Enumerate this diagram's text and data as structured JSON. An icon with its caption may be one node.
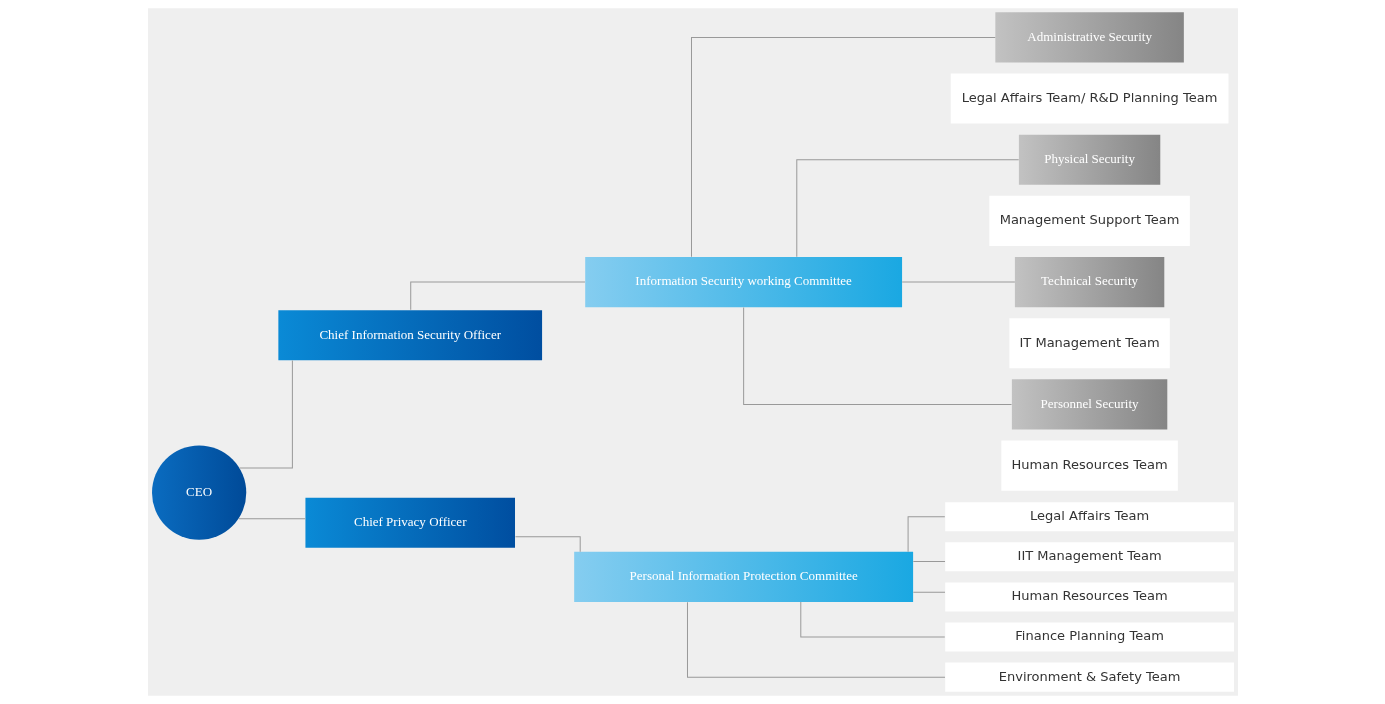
{
  "diagram": {
    "nodes": [
      {
        "text": [
          "CEO"
        ]
      },
      {
        "text": [
          "Chief Information Security Officer"
        ]
      },
      {
        "text": [
          "Information Security working Committee"
        ]
      },
      {
        "text": [
          "Administrative Security"
        ]
      },
      {
        "text": [
          "Legal Affairs Team/ R&D Planning Team"
        ]
      },
      {
        "text": [
          "Physical Security"
        ]
      },
      {
        "text": [
          "Management Support Team"
        ]
      },
      {
        "text": [
          "Technical Security"
        ]
      },
      {
        "text": [
          "IT Management Team"
        ]
      },
      {
        "text": [
          "Personnel Security"
        ]
      },
      {
        "text": [
          "Human Resources Team"
        ]
      },
      {
        "text": [
          "Chief Privacy Officer"
        ]
      },
      {
        "text": [
          "Personal Information Protection Committee"
        ]
      },
      {
        "text": [
          "Legal Affairs Team"
        ]
      },
      {
        "text": [
          "IIT Management Team"
        ]
      },
      {
        "text": [
          "Human Resources Team"
        ]
      },
      {
        "text": [
          "Finance Planning Team"
        ]
      },
      {
        "text": [
          "Environment & Safety Team"
        ]
      }
    ],
    "edges": [
      {
        "from": 0,
        "to": 1,
        "arrow": "none"
      },
      {
        "from": 0,
        "to": 11,
        "arrow": "none"
      },
      {
        "from": 1,
        "to": 2,
        "arrow": "none"
      },
      {
        "from": 2,
        "to": 3,
        "arrow": "none"
      },
      {
        "from": 2,
        "to": 5,
        "arrow": "none"
      },
      {
        "from": 2,
        "to": 7,
        "arrow": "none"
      },
      {
        "from": 2,
        "to": 9,
        "arrow": "none"
      },
      {
        "from": 11,
        "to": 12,
        "arrow": "none"
      },
      {
        "from": 12,
        "to": 13,
        "arrow": "none"
      },
      {
        "from": 12,
        "to": 14,
        "arrow": "none"
      },
      {
        "from": 12,
        "to": 15,
        "arrow": "none"
      },
      {
        "from": 12,
        "to": 16,
        "arrow": "none"
      },
      {
        "from": 12,
        "to": 17,
        "arrow": "none"
      }
    ]
  }
}
